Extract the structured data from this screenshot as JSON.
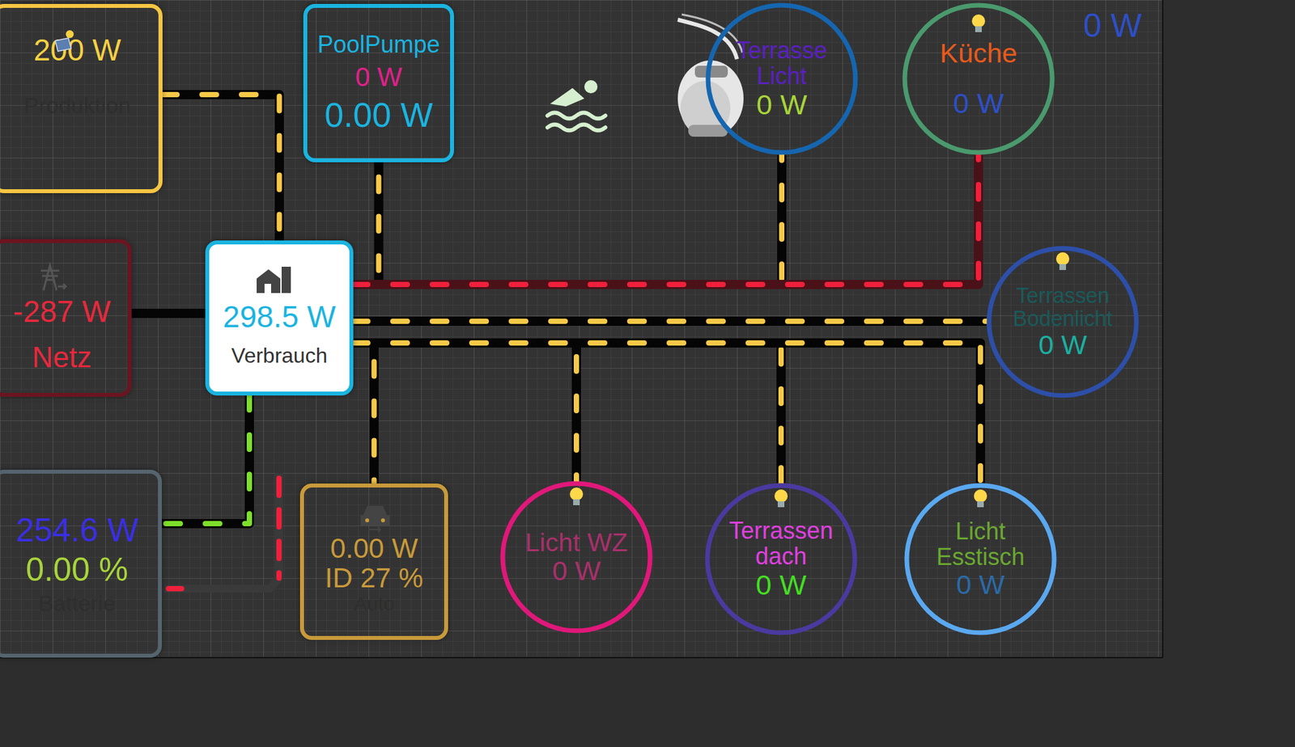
{
  "diagram": {
    "nodes": [
      {
        "text": [
          "200 W",
          "Produktion"
        ]
      },
      {
        "text": [
          "PoolPumpe",
          "0 W",
          "0.00 W"
        ]
      },
      {
        "text": [
          "Terrasse Licht",
          "0 W"
        ]
      },
      {
        "text": [
          "Küche",
          "0 W"
        ]
      },
      {
        "text": [
          "-287 W",
          "Netz"
        ]
      },
      {
        "text": [
          "298.5 W",
          "Verbrauch"
        ]
      },
      {
        "text": [
          "Terrassen Bodenlicht",
          "0 W"
        ]
      },
      {
        "text": [
          "254.6 W",
          "0.00 %",
          "Batterie"
        ]
      },
      {
        "text": [
          "0.00 W",
          "ID 27 %",
          "Auto"
        ]
      },
      {
        "text": [
          "Licht WZ",
          "0 W"
        ]
      },
      {
        "text": [
          "Terrassen dach",
          "0 W"
        ]
      },
      {
        "text": [
          "Licht Esstisch",
          "0 W"
        ]
      }
    ],
    "edges": [
      {
        "from": 0,
        "to": 5,
        "arrow": "none"
      },
      {
        "from": 4,
        "to": 5,
        "arrow": "none"
      },
      {
        "from": 5,
        "to": 1,
        "arrow": "none"
      },
      {
        "from": 5,
        "to": 2,
        "arrow": "none"
      },
      {
        "from": 5,
        "to": 3,
        "arrow": "none"
      },
      {
        "from": 5,
        "to": 6,
        "arrow": "none"
      },
      {
        "from": 5,
        "to": 7,
        "arrow": "none"
      },
      {
        "from": 5,
        "to": 8,
        "arrow": "none"
      },
      {
        "from": 5,
        "to": 9,
        "arrow": "none"
      },
      {
        "from": 5,
        "to": 10,
        "arrow": "none"
      },
      {
        "from": 5,
        "to": 11,
        "arrow": "none"
      }
    ],
    "labels": [
      "0 W"
    ]
  }
}
